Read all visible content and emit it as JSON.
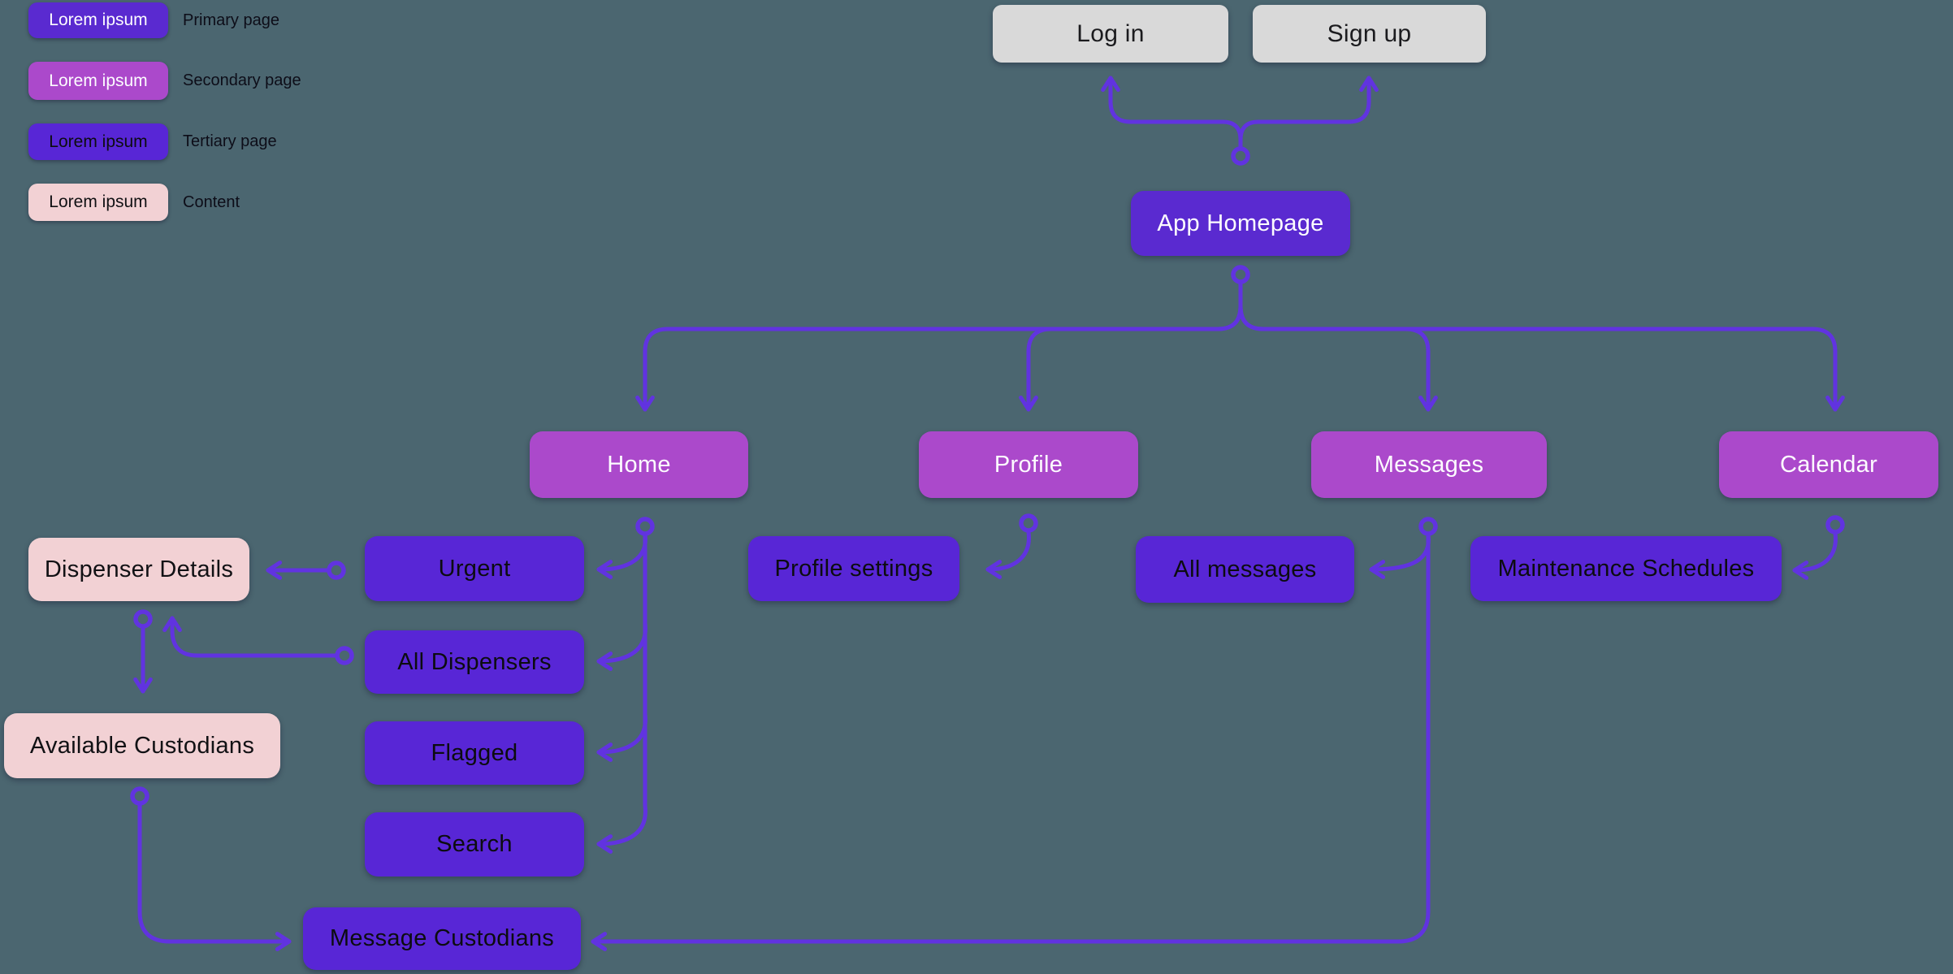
{
  "colors": {
    "background": "#4b6670",
    "primary_page": "#5a2ad0",
    "secondary_page": "#ab49cb",
    "tertiary_page": "#5826d6",
    "content": "#f2d1d4",
    "neutral_button": "#d9d9d9",
    "connector": "#6133e0"
  },
  "legend": {
    "items": [
      {
        "swatch_text": "Lorem ipsum",
        "type": "primary",
        "label": "Primary page"
      },
      {
        "swatch_text": "Lorem ipsum",
        "type": "secondary",
        "label": "Secondary page"
      },
      {
        "swatch_text": "Lorem ipsum",
        "type": "tertiary",
        "label": "Tertiary page"
      },
      {
        "swatch_text": "Lorem ipsum",
        "type": "content",
        "label": "Content"
      }
    ]
  },
  "nodes": {
    "log_in": "Log in",
    "sign_up": "Sign up",
    "app_homepage": "App Homepage",
    "home": "Home",
    "profile": "Profile",
    "messages": "Messages",
    "calendar": "Calendar",
    "dispenser_details": "Dispenser Details",
    "urgent": "Urgent",
    "profile_settings": "Profile settings",
    "all_messages": "All messages",
    "maintenance_schedules": "Maintenance Schedules",
    "all_dispensers": "All Dispensers",
    "flagged": "Flagged",
    "search": "Search",
    "available_custodians": "Available Custodians",
    "message_custodians": "Message Custodians"
  }
}
